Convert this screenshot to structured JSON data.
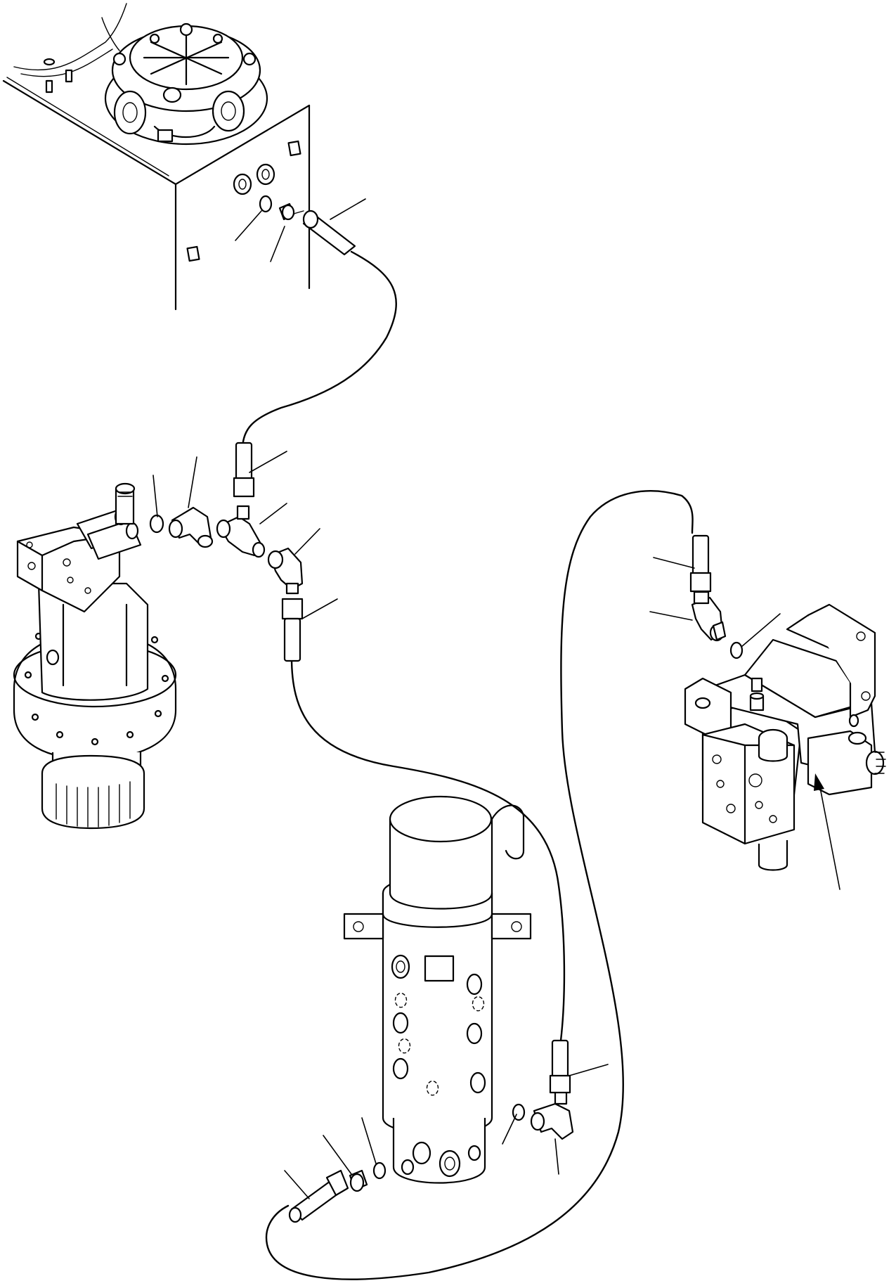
{
  "diagram": {
    "components": [
      {
        "id": "hydraulic-tank",
        "icon": "hydraulic-tank-icon"
      },
      {
        "id": "swing-motor",
        "icon": "swing-motor-icon"
      },
      {
        "id": "swivel-joint",
        "icon": "swivel-joint-icon"
      },
      {
        "id": "hydraulic-pump",
        "icon": "hydraulic-pump-icon"
      }
    ],
    "fittings": [
      {
        "id": "o-ring",
        "icon": "o-ring-icon"
      },
      {
        "id": "adapter",
        "icon": "adapter-icon"
      },
      {
        "id": "elbow",
        "icon": "elbow-icon"
      },
      {
        "id": "tee",
        "icon": "tee-icon"
      },
      {
        "id": "hose",
        "icon": "hose-icon"
      }
    ],
    "line_color": "#000000",
    "background": "#ffffff"
  }
}
